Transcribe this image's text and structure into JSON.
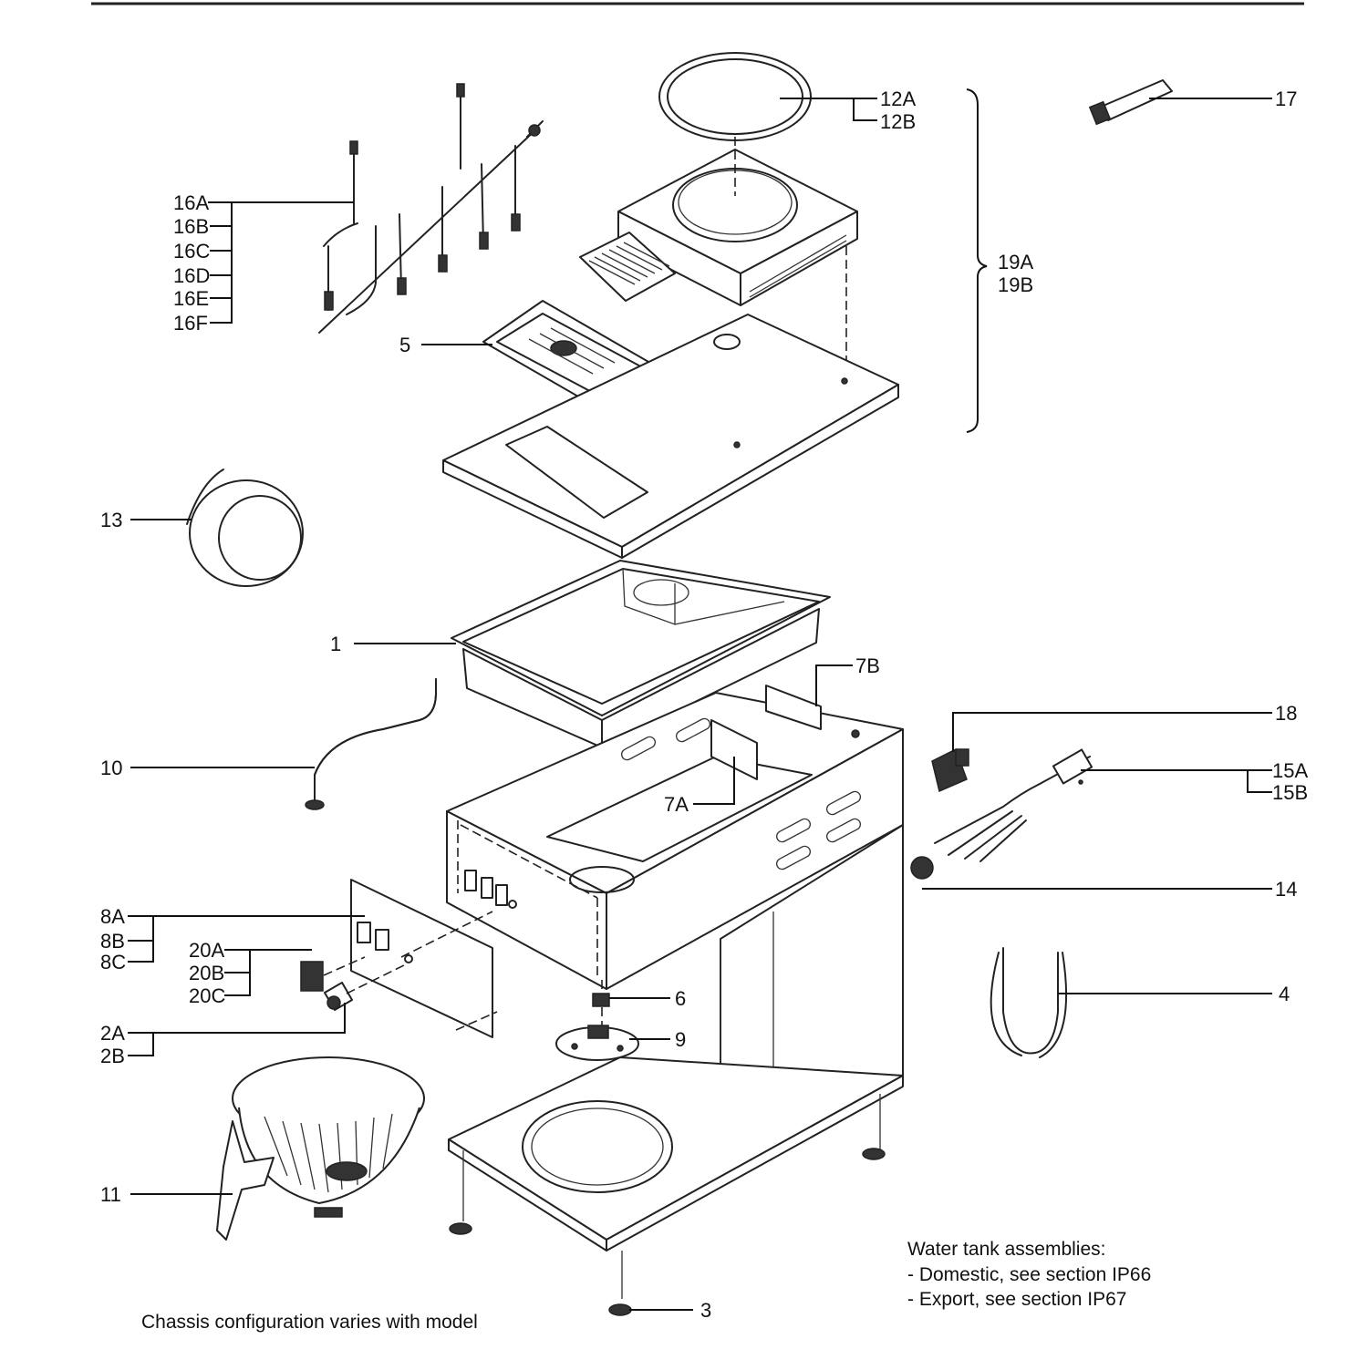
{
  "labels": {
    "p12a": "12A",
    "p12b": "12B",
    "p17": "17",
    "p16a": "16A",
    "p16b": "16B",
    "p16c": "16C",
    "p16d": "16D",
    "p16e": "16E",
    "p16f": "16F",
    "p19a": "19A",
    "p19b": "19B",
    "p5": "5",
    "p13": "13",
    "p1": "1",
    "p7b": "7B",
    "p18": "18",
    "p10": "10",
    "p7a": "7A",
    "p15a": "15A",
    "p15b": "15B",
    "p14": "14",
    "p8a": "8A",
    "p8b": "8B",
    "p8c": "8C",
    "p20a": "20A",
    "p20b": "20B",
    "p20c": "20C",
    "p6": "6",
    "p4": "4",
    "p9": "9",
    "p2a": "2A",
    "p2b": "2B",
    "p11": "11",
    "p3": "3"
  },
  "notes": {
    "water_title": "Water tank assemblies:",
    "water_domestic": "- Domestic, see section IP66",
    "water_export": "- Export, see section IP67",
    "chassis": "Chassis configuration varies with model"
  }
}
